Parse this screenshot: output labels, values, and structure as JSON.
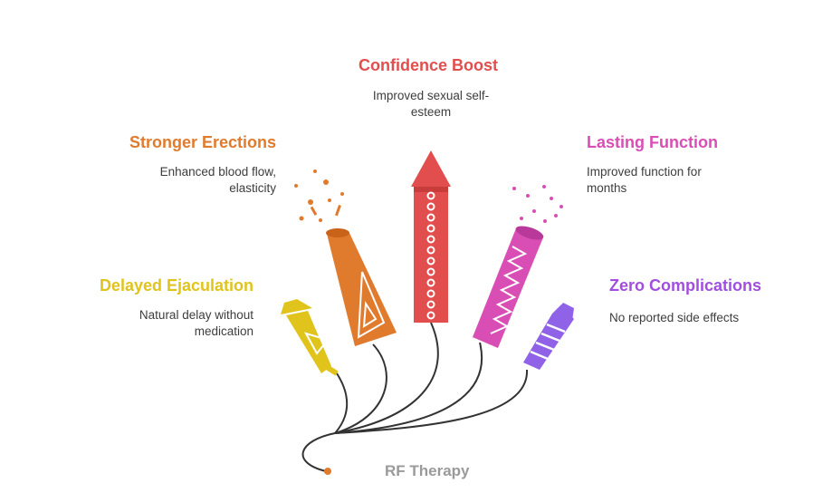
{
  "root": {
    "label": "RF Therapy",
    "color": "#e07b2e"
  },
  "items": [
    {
      "id": "delayed",
      "title": "Delayed Ejaculation",
      "desc": "Natural delay without medication",
      "color": "#e0c41c"
    },
    {
      "id": "stronger",
      "title": "Stronger Erections",
      "desc": "Enhanced blood flow, elasticity",
      "color": "#e07b2e"
    },
    {
      "id": "confidence",
      "title": "Confidence Boost",
      "desc": "Improved sexual self-esteem",
      "color": "#e24e4e"
    },
    {
      "id": "lasting",
      "title": "Lasting Function",
      "desc": "Improved function for months",
      "color": "#d94eb5"
    },
    {
      "id": "zero",
      "title": "Zero Complications",
      "desc": "No reported side effects",
      "color": "#a14ee0"
    }
  ]
}
